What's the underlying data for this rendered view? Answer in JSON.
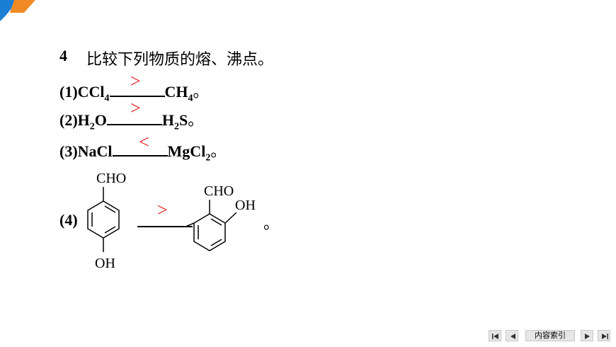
{
  "question": {
    "number": "4",
    "text": "比较下列物质的熔、沸点。"
  },
  "items": [
    {
      "label": "(1)CCl",
      "left_sub": "4",
      "answer": ">",
      "right": "CH",
      "right_sub": "4",
      "end": "。"
    },
    {
      "label": "(2)H",
      "left_sub": "2",
      "left_tail": "O",
      "answer": ">",
      "right": "H",
      "right_sub": "2",
      "right_tail": "S",
      "end": "。"
    },
    {
      "label": "(3)NaCl",
      "answer": "<",
      "right": "MgCl",
      "right_sub": "2",
      "end": "。"
    }
  ],
  "item4": {
    "label": "(4)",
    "answer": ">",
    "left_top_group": "CHO",
    "left_bottom_group": "OH",
    "right_top_group": "CHO",
    "right_side_group": "OH",
    "end": "。"
  },
  "nav": {
    "index_label": "内容索引"
  },
  "colors": {
    "answer": "#e02020",
    "accent_blue": "#1a7fd4",
    "accent_orange": "#f08a24"
  }
}
